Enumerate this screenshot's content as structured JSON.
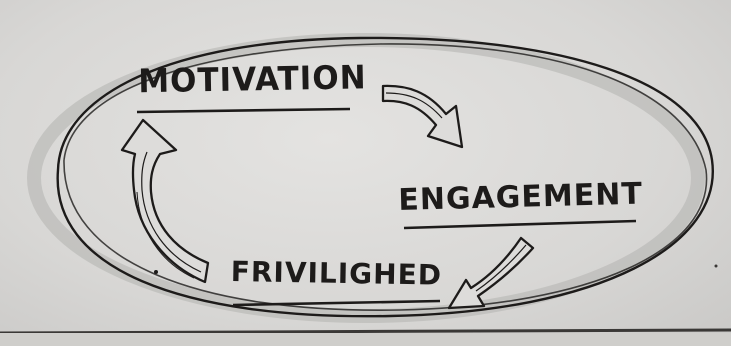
{
  "diagram": {
    "nodes": [
      {
        "id": "motivation",
        "label": "MOTIVATION"
      },
      {
        "id": "engagement",
        "label": "ENGAGEMENT"
      },
      {
        "id": "friviliged",
        "label": "FRIVILIGHED"
      }
    ],
    "edges": [
      {
        "from": "motivation",
        "to": "engagement"
      },
      {
        "from": "engagement",
        "to": "friviliged"
      },
      {
        "from": "friviliged",
        "to": "motivation"
      }
    ],
    "colors": {
      "ink": "#1d1b1a",
      "paper": "#dcdbd9",
      "pencil_shade": "#b9b8b6"
    }
  }
}
